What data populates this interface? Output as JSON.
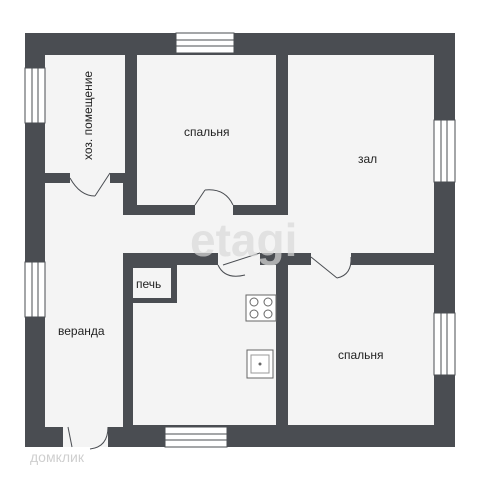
{
  "rooms": {
    "utility": "хоз. помещение",
    "bedroom_top": "спальня",
    "hall": "зал",
    "veranda": "веранда",
    "stove": "печь",
    "bedroom_bottom": "спальня"
  },
  "watermark": {
    "main": "etagi",
    "corner": "домклик"
  },
  "colors": {
    "wall": "#4a4d52",
    "floor": "#f4f4f4",
    "window": "#ffffff"
  }
}
